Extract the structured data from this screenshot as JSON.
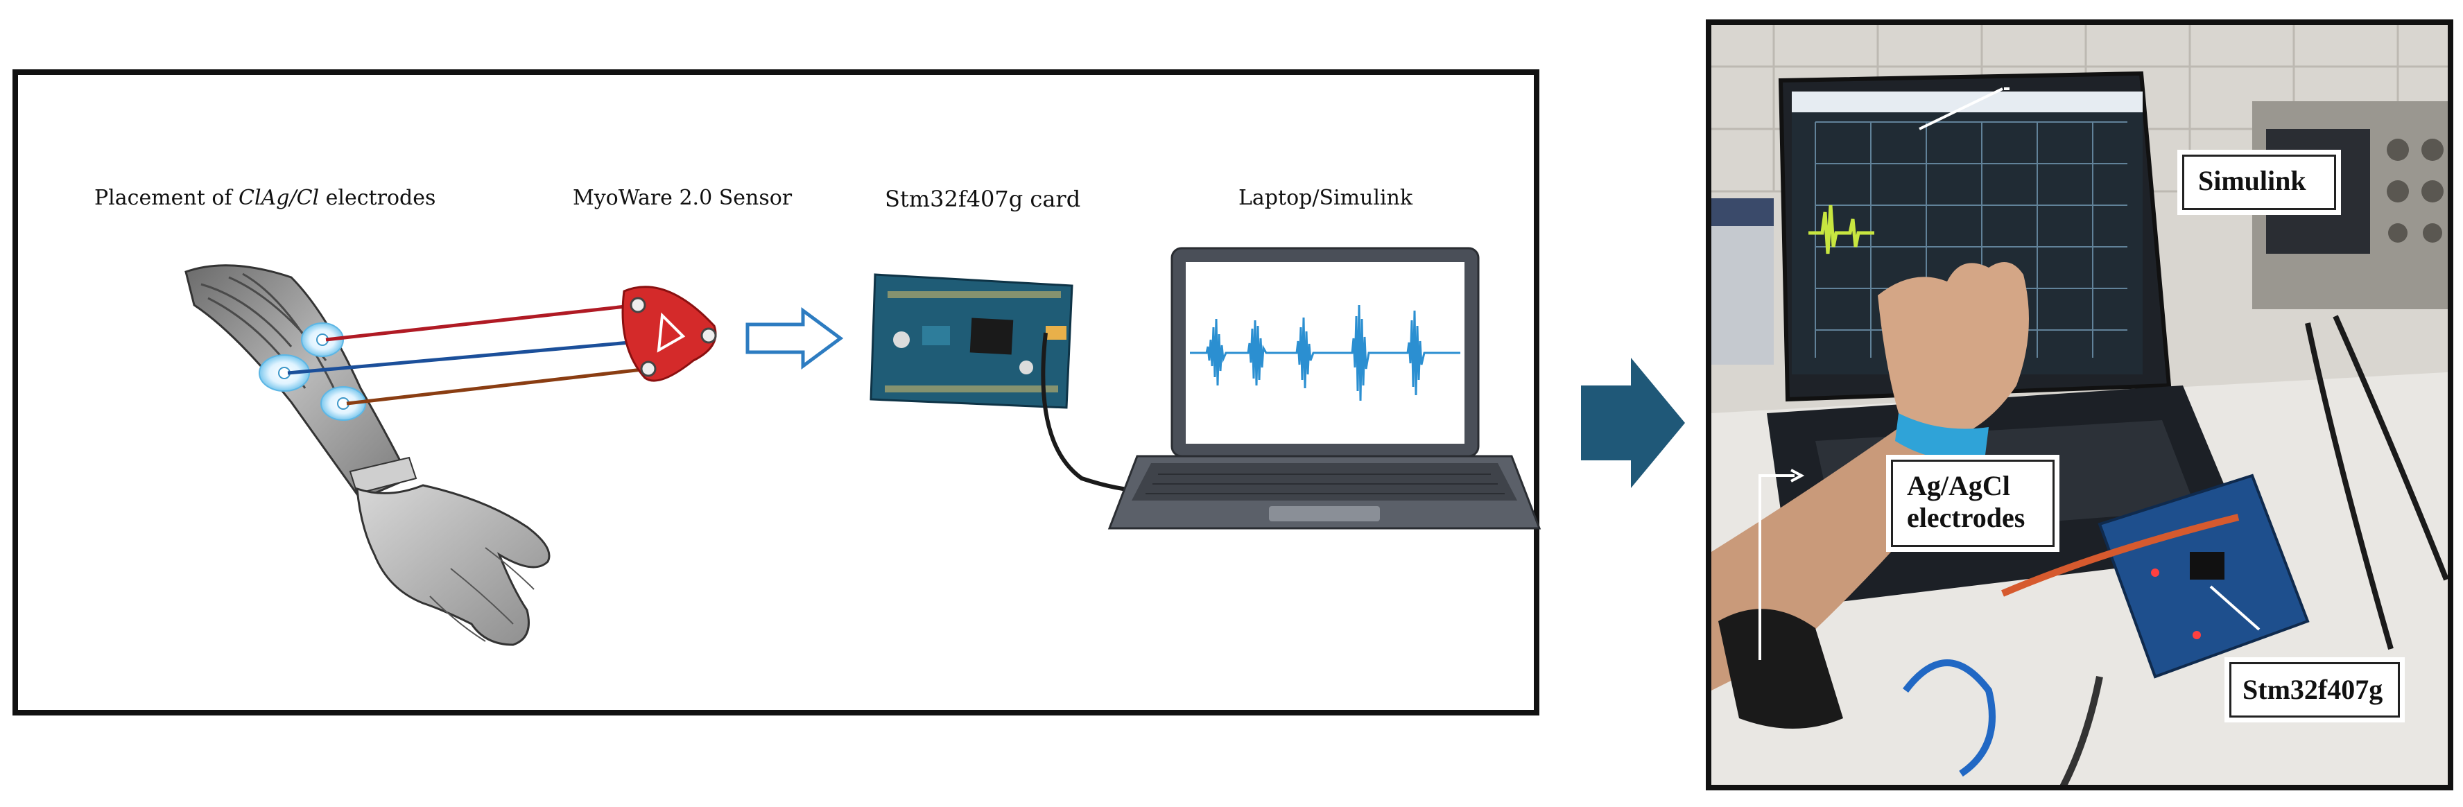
{
  "diagram": {
    "stages": [
      {
        "label_pre": "Placement of ",
        "label_em": "ClAg/Cl",
        "label_post": " electrodes",
        "icon": "arm-electrodes-illustration"
      },
      {
        "label": "MyoWare 2.0 Sensor",
        "icon": "myoware-sensor-icon"
      },
      {
        "label": "Stm32f407g card",
        "icon": "stm32-board-icon"
      },
      {
        "label": "Laptop/Simulink",
        "icon": "laptop-emg-icon"
      }
    ],
    "photo_callouts": {
      "simulink": "Simulink",
      "electrodes_line1": "Ag/AgCl",
      "electrodes_line2": "electrodes",
      "board": "Stm32f407g"
    },
    "colors": {
      "wire_red": "#b01a24",
      "wire_blue": "#1b4f9a",
      "wire_brown": "#8a3d12",
      "flow_arrow": "#1f5878",
      "hollow_arrow": "#2d7cc1",
      "emg_signal": "#2b8fd1",
      "sensor_red": "#d42a2a",
      "board_teal": "#1f5c76"
    }
  }
}
